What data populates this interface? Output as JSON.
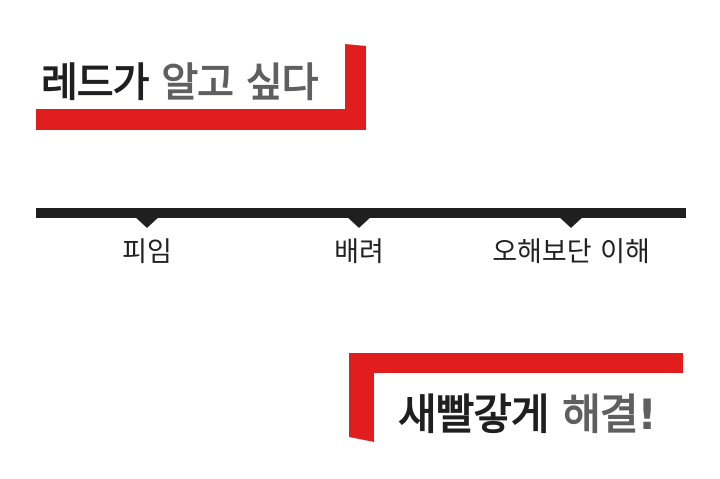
{
  "header": {
    "title_dark": "레드가",
    "title_gray": "알고 싶다"
  },
  "timeline": {
    "labels": [
      "피임",
      "배려",
      "오해보단 이해"
    ]
  },
  "footer": {
    "title_dark": "새빨갛게",
    "title_gray": "해결!"
  },
  "colors": {
    "accent_red": "#e11d1d",
    "dark_text": "#1f1f1f",
    "gray_text": "#5f5f5f",
    "timeline": "#1f1f1f"
  }
}
